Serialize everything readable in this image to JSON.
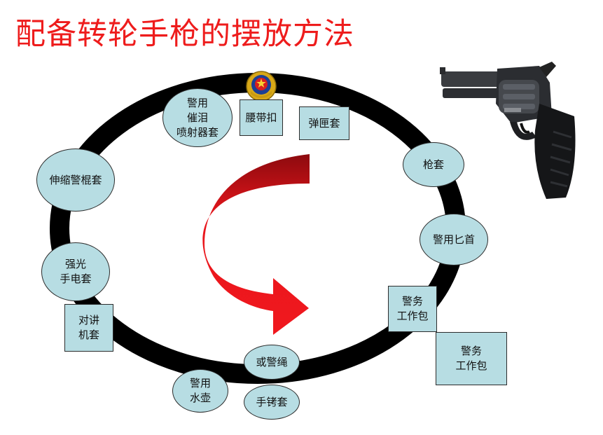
{
  "title": "配备转轮手枪的摆放方法",
  "items": {
    "gas_holster": "警用\n催泪\n喷射器套",
    "belt_buckle": "腰带扣",
    "mag_pouch": "弹匣套",
    "holster": "枪套",
    "dagger": "警用匕首",
    "work_bag_a": "警务\n工作包",
    "work_bag_b": "警务\n工作包",
    "rope": "或警绳",
    "cuffs": "手铐套",
    "kettle": "警用\n水壶",
    "radio": "对讲\n机套",
    "flashlight": "强光\n手电套",
    "baton": "伸缩警棍套"
  },
  "colors": {
    "title": "#ee1c1c",
    "ring": "#000000",
    "node_fill": "#b7dde3",
    "arrow": "#e8161c"
  },
  "icons": {
    "badge": "police-badge-icon",
    "gun": "revolver-image"
  }
}
